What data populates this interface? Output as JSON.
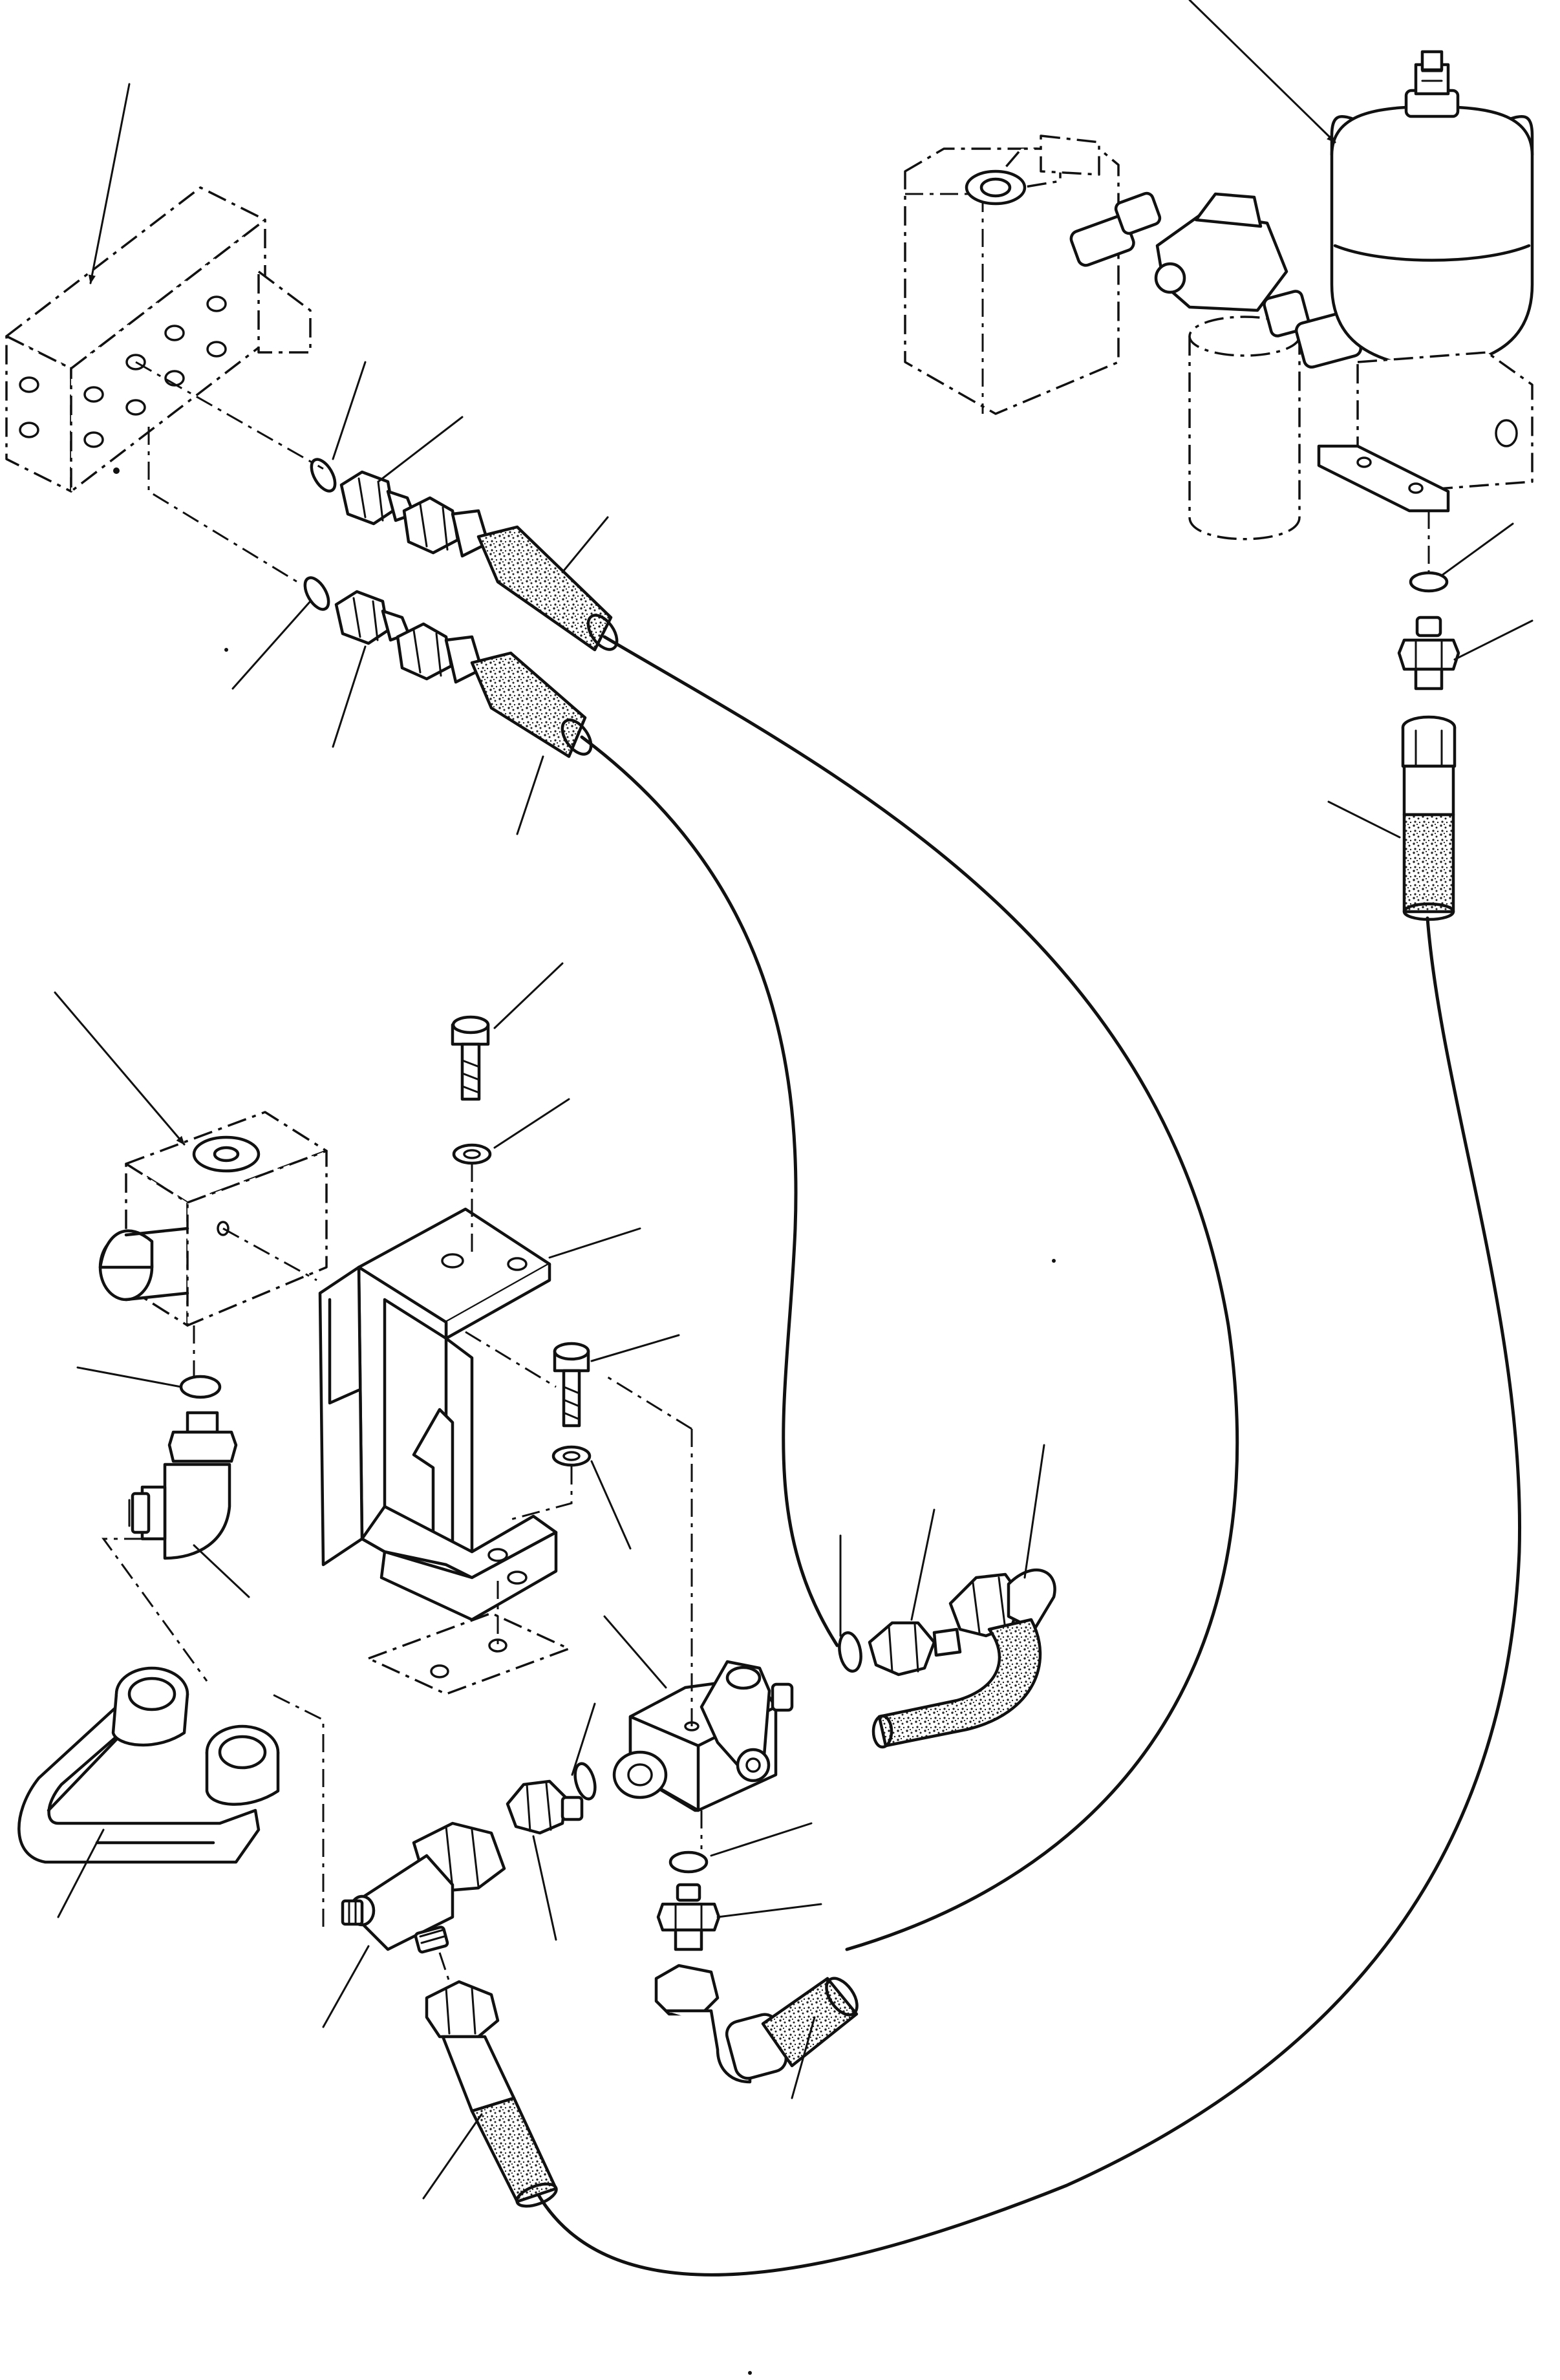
{
  "diagram": {
    "components": [
      {
        "id": "manifold-block-top-left",
        "kind": "phantom-block"
      },
      {
        "id": "accumulator-assembly-top-right",
        "kind": "phantom-assembly"
      },
      {
        "id": "valve-block-left",
        "kind": "phantom-block"
      },
      {
        "id": "mounting-bracket",
        "kind": "bracket"
      },
      {
        "id": "control-valve",
        "kind": "valve"
      },
      {
        "id": "tee-fitting",
        "kind": "fitting"
      },
      {
        "id": "elbow-fitting",
        "kind": "fitting"
      },
      {
        "id": "steel-tube",
        "kind": "tube"
      },
      {
        "id": "hose-lines",
        "kind": "hose"
      }
    ],
    "callouts_without_numbers": 38
  }
}
